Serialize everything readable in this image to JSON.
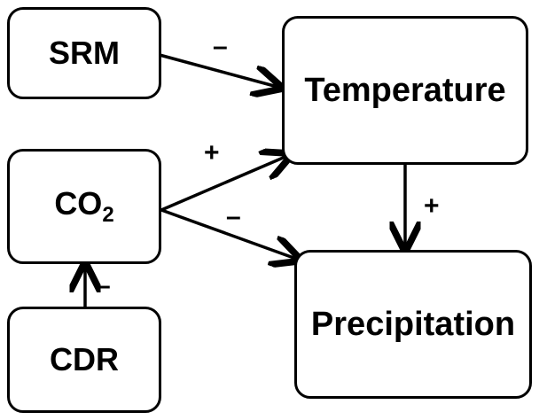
{
  "nodes": {
    "srm": "SRM",
    "co2": "CO",
    "co2_sub": "2",
    "cdr": "CDR",
    "temperature": "Temperature",
    "precipitation": "Precipitation"
  },
  "signs": {
    "srm_temp": "–",
    "co2_temp": "+",
    "co2_precip": "–",
    "temp_precip": "+",
    "cdr_co2": "–"
  }
}
